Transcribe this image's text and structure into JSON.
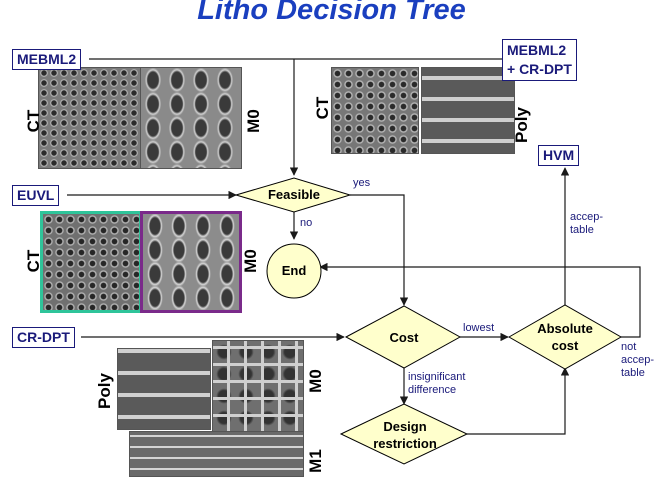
{
  "title": "Litho Decision Tree",
  "sources": {
    "mebml2": "MEBML2",
    "mebml2_crdpt_line1": "MEBML2",
    "mebml2_crdpt_line2": "+ CR-DPT",
    "euvl": "EUVL",
    "crdpt": "CR-DPT"
  },
  "nodes": {
    "feasible": "Feasible",
    "end": "End",
    "cost": "Cost",
    "absolute_cost_line1": "Absolute",
    "absolute_cost_line2": "cost",
    "design_restriction_line1": "Design",
    "design_restriction_line2": "restriction",
    "hvm": "HVM"
  },
  "edge_labels": {
    "yes": "yes",
    "no": "no",
    "lowest": "lowest",
    "acceptable_line1": "accep-",
    "acceptable_line2": "table",
    "not_acceptable_line1": "not",
    "not_acceptable_line2": "accep-",
    "not_acceptable_line3": "table",
    "insignificant_line1": "insignificant",
    "insignificant_line2": "difference"
  },
  "image_labels": {
    "ct_mebml2": "CT",
    "m0_mebml2": "M0",
    "ct_mebml2_crdpt": "CT",
    "poly_mebml2_crdpt": "Poly",
    "ct_euvl": "CT",
    "m0_euvl": "M0",
    "poly_crdpt": "Poly",
    "m0_crdpt": "M0",
    "m1_crdpt": "M1"
  },
  "colors": {
    "title": "#1a3fbf",
    "node_fill": "#ffffcc",
    "node_stroke": "#000000",
    "arrow": "#1a1a1a",
    "label_text": "#1a1a7a",
    "euvl_ct_border": "#2fc49a",
    "euvl_m0_border": "#7a2a8a"
  }
}
